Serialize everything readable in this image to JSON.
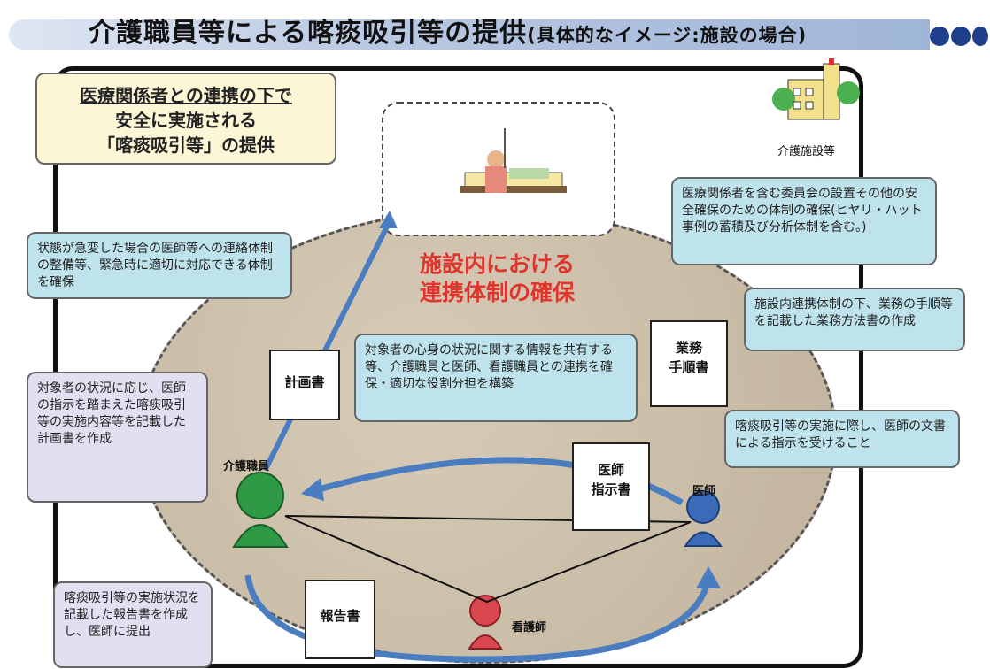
{
  "title": "介護職員等による喀痰吸引等の提供",
  "subtitle": "(具体的なイメージ:施設の場合)",
  "facility_label": "介護施設等",
  "center_text_line1": "施設内における",
  "center_text_line2": "連携体制の確保",
  "callouts": {
    "top_left": {
      "line1": "医療関係者との連携の下で",
      "line2": "安全に実施される",
      "line3": "「喀痰吸引等」の提供"
    },
    "emergency": "状態が急変した場合の医師等への連絡体制の整備等、緊急時に適切に対応できる体制を確保",
    "committee": "医療関係者を含む委員会の設置その他の安全確保のための体制の確保(ヒヤリ・ハット事例の蓄積及び分析体制を含む。)",
    "manual": "施設内連携体制の下、業務の手順等を記載した業務方法書の作成",
    "info_share": "対象者の心身の状況に関する情報を共有する等、介護職員と医師、看護職員との連携を確保・適切な役割分担を構築",
    "plan": "対象者の状況に応じ、医師の指示を踏まえた喀痰吸引等の実施内容等を記載した計画書を作成",
    "instruction": "喀痰吸引等の実施に際し、医師の文書による指示を受けること",
    "report": "喀痰吸引等の実施状況を記載した報告書を作成し、医師に提出"
  },
  "documents": {
    "plan": "計画書",
    "manual_line1": "業務",
    "manual_line2": "手順書",
    "instruction_line1": "医師",
    "instruction_line2": "指示書",
    "report": "報告書"
  },
  "persons": {
    "care_worker": "介護職員",
    "doctor": "医師",
    "nurse": "看護師"
  }
}
